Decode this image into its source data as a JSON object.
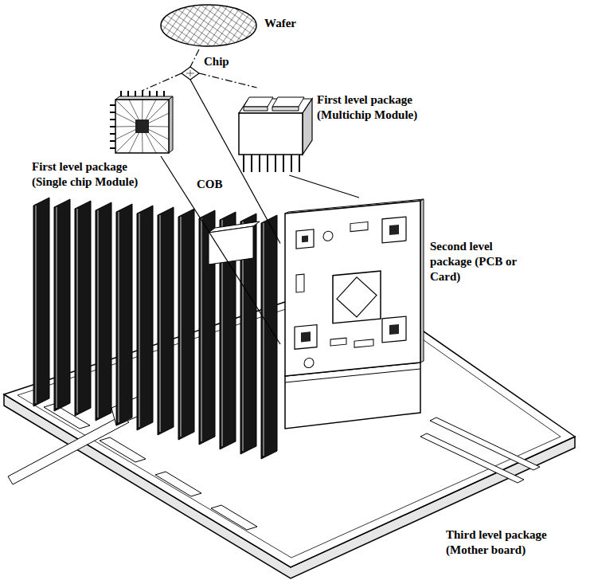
{
  "diagram": {
    "nodes": [
      {
        "text": [
          "Wafer"
        ]
      },
      {
        "text": [
          "Chip"
        ]
      },
      {
        "text": [
          "First level package (Single chip Module)"
        ]
      },
      {
        "text": [
          "First level package (Multichip Module)"
        ]
      },
      {
        "text": [
          "Second level package (PCB or Card)"
        ]
      },
      {
        "text": [
          "Third level package (Mother board)"
        ]
      }
    ],
    "edges": [
      {
        "from": 0,
        "to": 1,
        "arrow": "none"
      },
      {
        "from": 1,
        "to": 2,
        "arrow": "none"
      },
      {
        "from": 1,
        "to": 3,
        "arrow": "none"
      },
      {
        "from": 1,
        "to": 4,
        "label": "COB",
        "arrow": "none"
      },
      {
        "from": 2,
        "to": 4,
        "arrow": "none"
      },
      {
        "from": 3,
        "to": 4,
        "arrow": "none"
      }
    ]
  }
}
